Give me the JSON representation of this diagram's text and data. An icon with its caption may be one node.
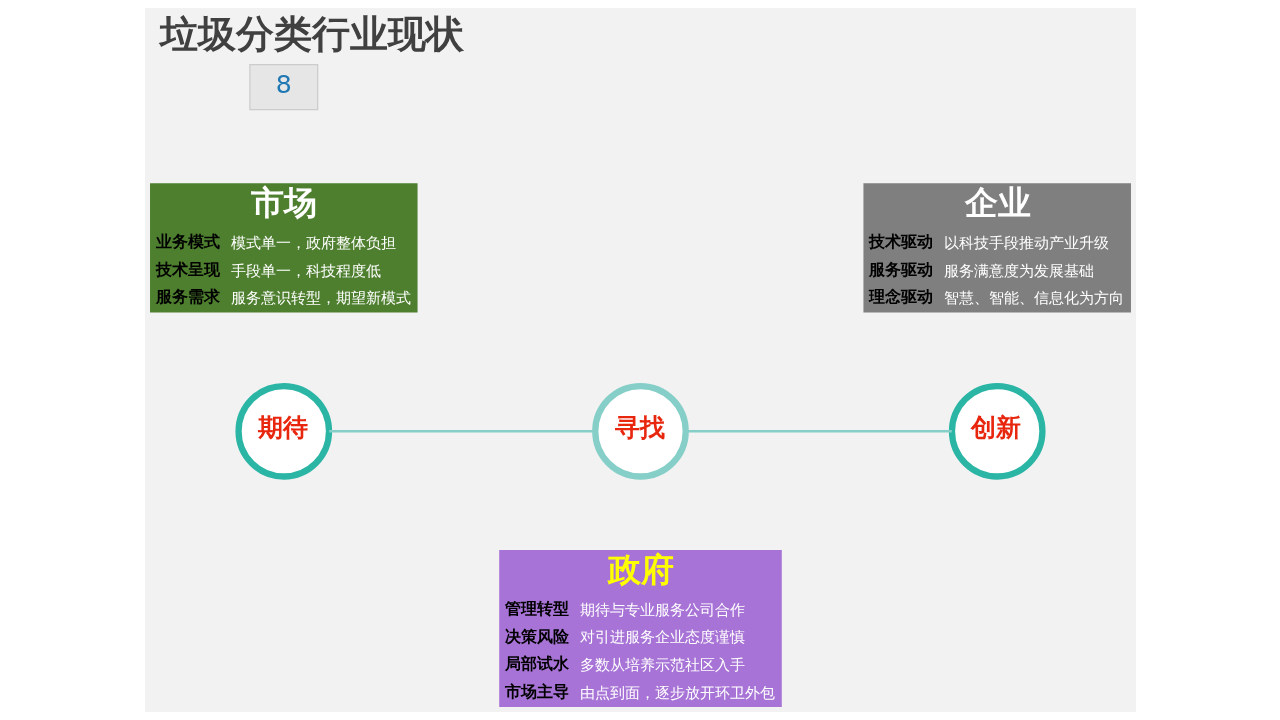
{
  "diagram": {
    "title": "垃圾分类行业现状",
    "nodes": [
      {
        "text": [
          "政府",
          "管理转型",
          "期待与专业服务公司合作",
          "决策风险",
          "对引进服务企业态度谨慎",
          "局部试水",
          "多数从培养示范社区入手",
          "市场主导",
          "由点到面，逐步放开环卫外包"
        ]
      },
      {
        "text": [
          "期待"
        ]
      },
      {
        "text": [
          "创新"
        ]
      },
      {
        "text": [
          "市场",
          "业务模式",
          "模式单一，政府整体负担",
          "技术呈现",
          "手段单一，科技程度低",
          "服务需求",
          "服务意识转型，期望新模式"
        ]
      },
      {
        "text": [
          "寻找"
        ]
      },
      {
        "text": [
          "企业",
          "技术驱动",
          "以科技手段推动产业升级",
          "服务驱动",
          "服务满意度为发展基础",
          "理念驱动",
          "智慧、智能、信息化为方向"
        ]
      }
    ],
    "edges": [
      {
        "from": 1,
        "to": 4,
        "arrow": "none"
      },
      {
        "from": 4,
        "to": 2,
        "arrow": "none"
      }
    ],
    "labels": [
      "8"
    ]
  }
}
